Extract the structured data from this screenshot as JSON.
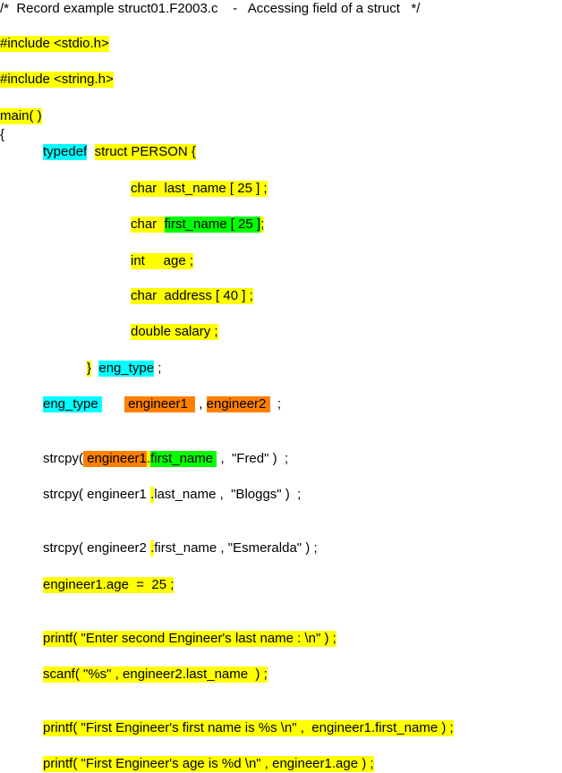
{
  "colors": {
    "y": "#ffff00",
    "c": "#00ffff",
    "g": "#00ff00",
    "o": "#ff8000"
  },
  "lines": [
    {
      "segs": [
        {
          "t": "/*  Record example struct01.F2003.c    -   Accessing field of a struct   */",
          "h": ""
        }
      ]
    },
    {
      "segs": [
        {
          "t": "#include <stdio.h>",
          "h": "y"
        }
      ]
    },
    {
      "segs": [
        {
          "t": "#include <string.h>",
          "h": "y"
        }
      ]
    },
    {
      "segs": [
        {
          "t": "main( )",
          "h": "y"
        }
      ]
    },
    {
      "segs": [
        {
          "t": "{",
          "h": ""
        }
      ]
    },
    {
      "segs": [
        {
          "t": "typedef",
          "h": "c"
        },
        {
          "t": "  ",
          "h": ""
        },
        {
          "t": "struct PERSON {",
          "h": "y"
        }
      ]
    },
    {
      "segs": [
        {
          "t": "char  last_name [ 25 ] ;",
          "h": "y"
        }
      ]
    },
    {
      "segs": [
        {
          "t": "char  ",
          "h": "y"
        },
        {
          "t": "first_name [ 25 ]",
          "h": "g"
        },
        {
          "t": ";",
          "h": "y"
        }
      ]
    },
    {
      "segs": [
        {
          "t": "int     age ;",
          "h": "y"
        }
      ]
    },
    {
      "segs": [
        {
          "t": "char  address [ 40 ] ;",
          "h": "y"
        }
      ]
    },
    {
      "segs": [
        {
          "t": "double salary ;",
          "h": "y"
        }
      ]
    },
    {
      "segs": [
        {
          "t": "}",
          "h": "y"
        },
        {
          "t": "  ",
          "h": ""
        },
        {
          "t": "eng_type",
          "h": "c"
        },
        {
          "t": " ;",
          "h": ""
        }
      ]
    },
    {
      "segs": [
        {
          "t": "eng_type ",
          "h": "c"
        },
        {
          "t": "      ",
          "h": ""
        },
        {
          "t": " engineer1  ",
          "h": "o"
        },
        {
          "t": " , ",
          "h": ""
        },
        {
          "t": "engineer2 ",
          "h": "o"
        },
        {
          "t": "  ;",
          "h": ""
        }
      ]
    },
    {
      "segs": [
        {
          "t": "strcpy(",
          "h": ""
        },
        {
          "t": " engineer1",
          "h": "o"
        },
        {
          "t": ".",
          "h": "y"
        },
        {
          "t": "first_name ",
          "h": "g"
        },
        {
          "t": " ,  \"Fred\" )  ;",
          "h": ""
        }
      ]
    },
    {
      "segs": [
        {
          "t": "strcpy( engineer1 ",
          "h": ""
        },
        {
          "t": ".",
          "h": "y"
        },
        {
          "t": "last_name ,  \"Bloggs\" )  ;",
          "h": ""
        }
      ]
    },
    {
      "segs": [
        {
          "t": "strcpy( engineer2 ",
          "h": ""
        },
        {
          "t": ".",
          "h": "y"
        },
        {
          "t": "first_name , \"Esmeralda\" ) ;",
          "h": ""
        }
      ]
    },
    {
      "segs": [
        {
          "t": "engineer1.age  =  25 ;",
          "h": "y"
        }
      ]
    },
    {
      "segs": [
        {
          "t": "printf( \"Enter second Engineer's last name : \\n\" ) ;",
          "h": "y"
        }
      ]
    },
    {
      "segs": [
        {
          "t": "scanf( \"%s\" , engineer2.last_name  ) ;",
          "h": "y"
        }
      ]
    },
    {
      "segs": [
        {
          "t": "printf( \"First Engineer's first name is %s \\n\" ,  engineer1.first_name ) ;",
          "h": "y"
        }
      ]
    },
    {
      "segs": [
        {
          "t": "printf( \"First Engineer's age is %d \\n\" , engineer1.age ) ;",
          "h": "y"
        }
      ]
    }
  ]
}
